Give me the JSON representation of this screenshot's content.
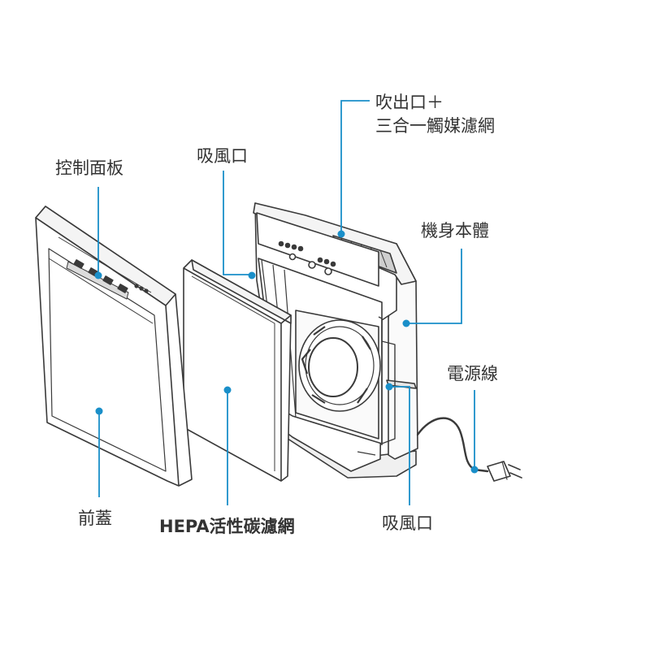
{
  "colors": {
    "callout": "#1a8fc9",
    "outline": "#3a3a3a",
    "text": "#333333"
  },
  "labels": {
    "control_panel": "控制面板",
    "air_intake_top": "吸風口",
    "outlet_line1": "吹出口＋",
    "outlet_line2": "三合一觸媒濾網",
    "main_body": "機身本體",
    "power_cord": "電源線",
    "front_cover": "前蓋",
    "hepa_filter": "HEPA活性碳濾網",
    "air_intake_bottom": "吸風口"
  }
}
